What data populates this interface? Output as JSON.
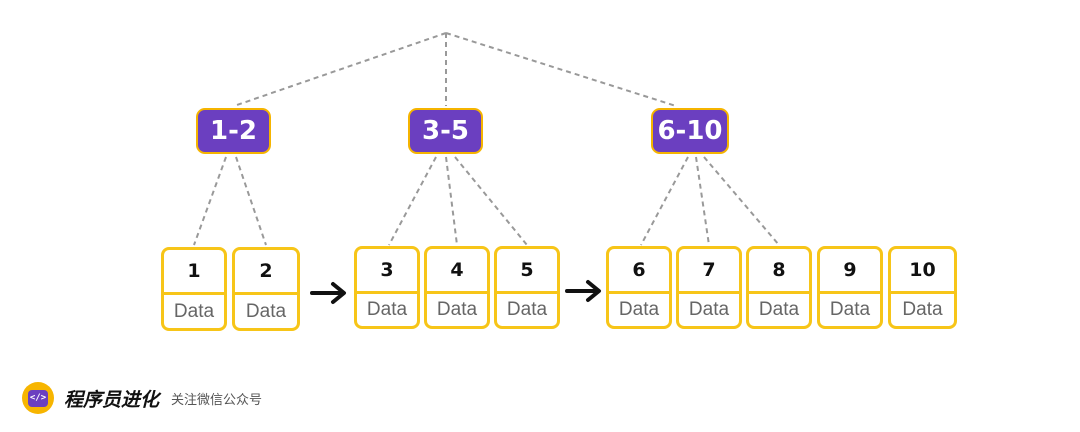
{
  "tree": {
    "inner_nodes": [
      {
        "label": "1-2"
      },
      {
        "label": "3-5"
      },
      {
        "label": "6-10"
      }
    ],
    "leaves": [
      {
        "key": "1",
        "value": "Data"
      },
      {
        "key": "2",
        "value": "Data"
      },
      {
        "key": "3",
        "value": "Data"
      },
      {
        "key": "4",
        "value": "Data"
      },
      {
        "key": "5",
        "value": "Data"
      },
      {
        "key": "6",
        "value": "Data"
      },
      {
        "key": "7",
        "value": "Data"
      },
      {
        "key": "8",
        "value": "Data"
      },
      {
        "key": "9",
        "value": "Data"
      },
      {
        "key": "10",
        "value": "Data"
      }
    ]
  },
  "footer": {
    "logo_text": "</>",
    "brand": "程序员进化",
    "follow_text": "关注微信公众号"
  },
  "colors": {
    "inner_fill": "#6b3fc0",
    "inner_border": "#f5b400",
    "leaf_border": "#f7c518",
    "edge": "#999999"
  }
}
